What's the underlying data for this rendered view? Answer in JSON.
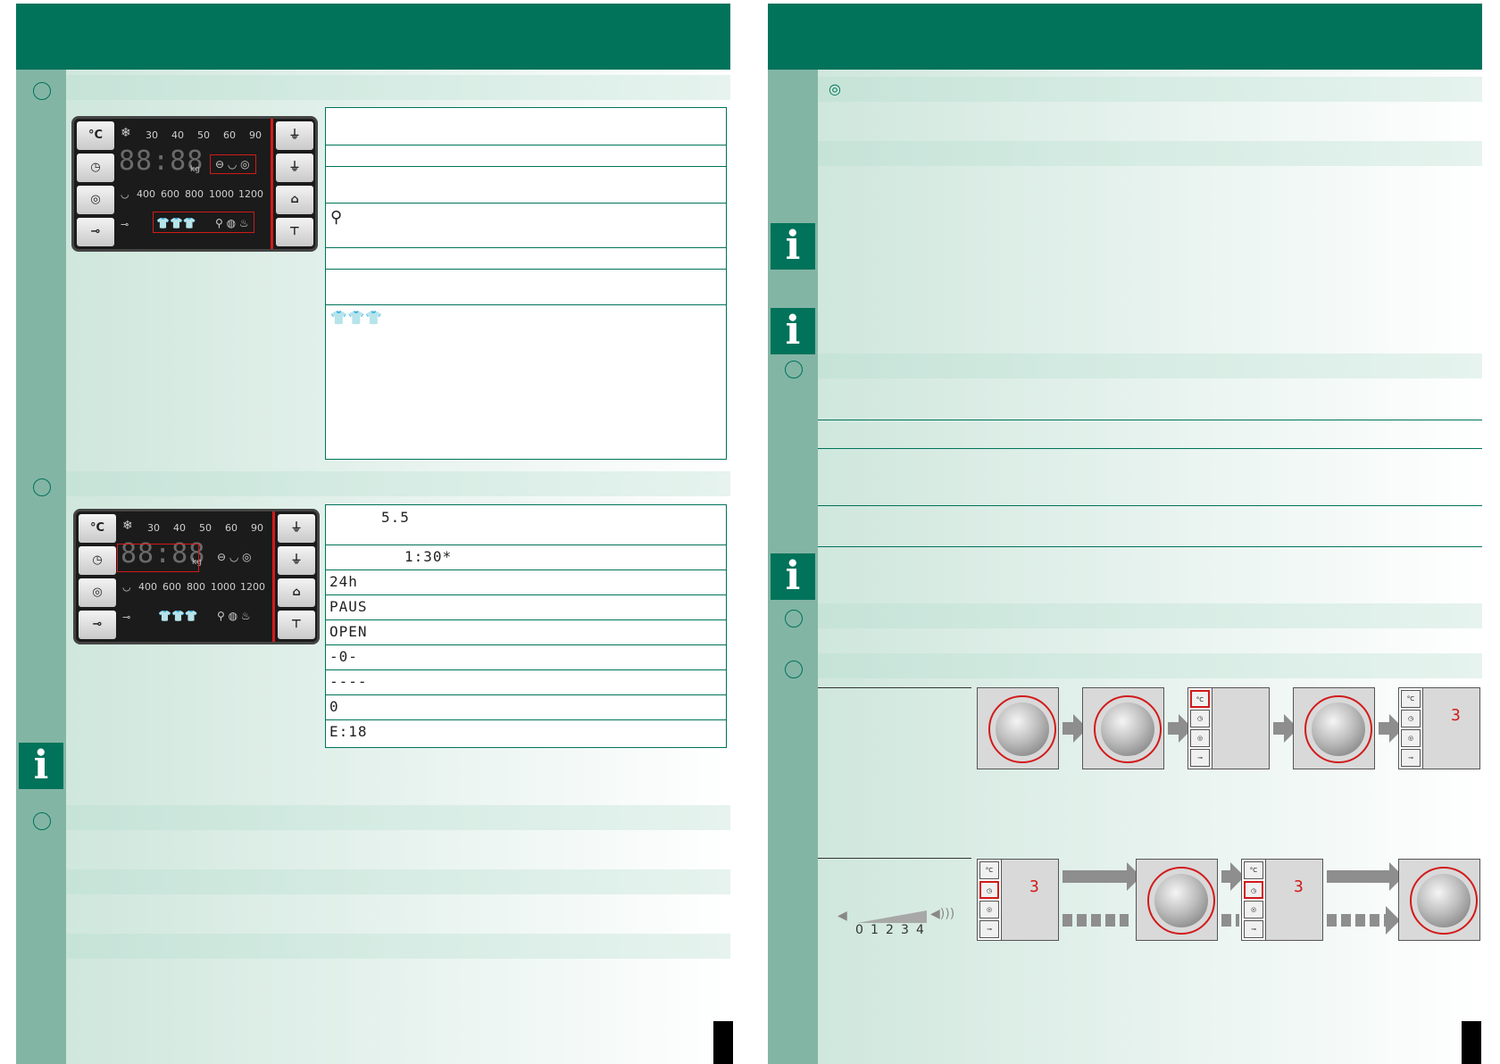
{
  "left_page": {
    "panel": {
      "temp_button": "°C",
      "temperatures": [
        "30",
        "40",
        "50",
        "60",
        "90"
      ],
      "display": "88:88",
      "unit": "kg",
      "speeds": [
        "400",
        "600",
        "800",
        "1000",
        "1200"
      ]
    },
    "table1_rows": [
      {
        "text": ""
      },
      {
        "text": ""
      },
      {
        "text": ""
      },
      {
        "text": ""
      },
      {
        "text": ""
      },
      {
        "text": ""
      },
      {
        "text": ""
      }
    ],
    "table2_rows": [
      {
        "text": "5.5"
      },
      {
        "text": "1:30*"
      },
      {
        "text": "24h"
      },
      {
        "text": "PAUS"
      },
      {
        "text": "OPEN"
      },
      {
        "text": "-0-"
      },
      {
        "text": "----"
      },
      {
        "text": "0"
      },
      {
        "text": "E:18"
      }
    ]
  },
  "right_page": {
    "thumb_digit": "3",
    "volume_scale": [
      "0",
      "1",
      "2",
      "3",
      "4"
    ]
  },
  "icons": {
    "info": "i"
  },
  "colors": {
    "header_green": "#00735a",
    "sidebar_green": "#83b5a5",
    "highlight_red": "#d21a1a"
  }
}
